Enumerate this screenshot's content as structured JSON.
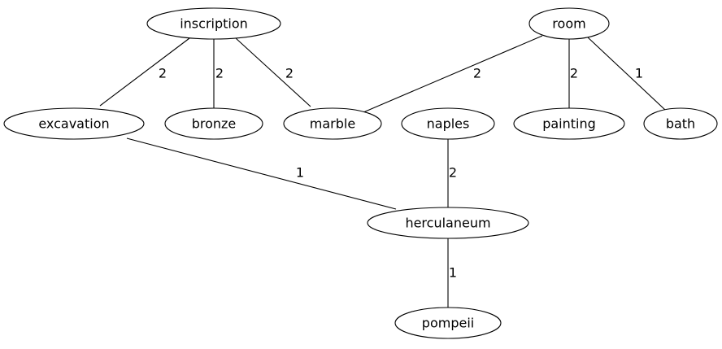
{
  "graph": {
    "nodes": [
      {
        "id": "inscription",
        "label": "inscription"
      },
      {
        "id": "room",
        "label": "room"
      },
      {
        "id": "excavation",
        "label": "excavation"
      },
      {
        "id": "bronze",
        "label": "bronze"
      },
      {
        "id": "marble",
        "label": "marble"
      },
      {
        "id": "naples",
        "label": "naples"
      },
      {
        "id": "painting",
        "label": "painting"
      },
      {
        "id": "bath",
        "label": "bath"
      },
      {
        "id": "herculaneum",
        "label": "herculaneum"
      },
      {
        "id": "pompeii",
        "label": "pompeii"
      }
    ],
    "edges": [
      {
        "source": "inscription",
        "target": "excavation",
        "label": "2"
      },
      {
        "source": "inscription",
        "target": "bronze",
        "label": "2"
      },
      {
        "source": "inscription",
        "target": "marble",
        "label": "2"
      },
      {
        "source": "room",
        "target": "marble",
        "label": "2"
      },
      {
        "source": "room",
        "target": "painting",
        "label": "2"
      },
      {
        "source": "room",
        "target": "bath",
        "label": "1"
      },
      {
        "source": "excavation",
        "target": "herculaneum",
        "label": "1"
      },
      {
        "source": "naples",
        "target": "herculaneum",
        "label": "2"
      },
      {
        "source": "herculaneum",
        "target": "pompeii",
        "label": "1"
      }
    ]
  }
}
